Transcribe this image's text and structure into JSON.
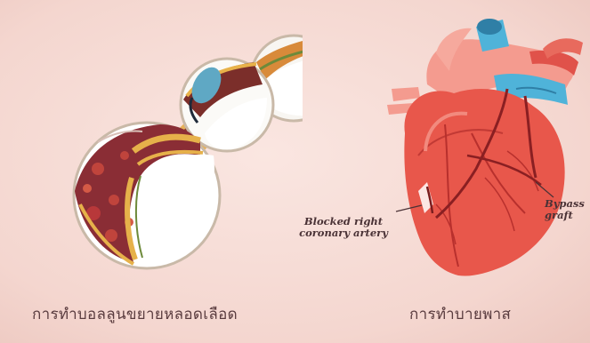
{
  "left_panel": {
    "caption": "การทำบอลลูนขยายหลอดเลือด",
    "icon": "balloon-angioplasty-illustration"
  },
  "right_panel": {
    "caption": "การทำบายพาส",
    "icon": "heart-bypass-illustration",
    "labels": {
      "blocked_line1": "Blocked right",
      "blocked_line2": "coronary artery",
      "bypass_line1": "Bypass",
      "bypass_line2": "graft"
    }
  },
  "colors": {
    "background": "#f6dcd6",
    "heart": "#e8574b",
    "aorta": "#f18c82",
    "vein_blue": "#4fb3d9",
    "vessel_wall": "#e0a43a",
    "plaque": "#8a2d35"
  }
}
